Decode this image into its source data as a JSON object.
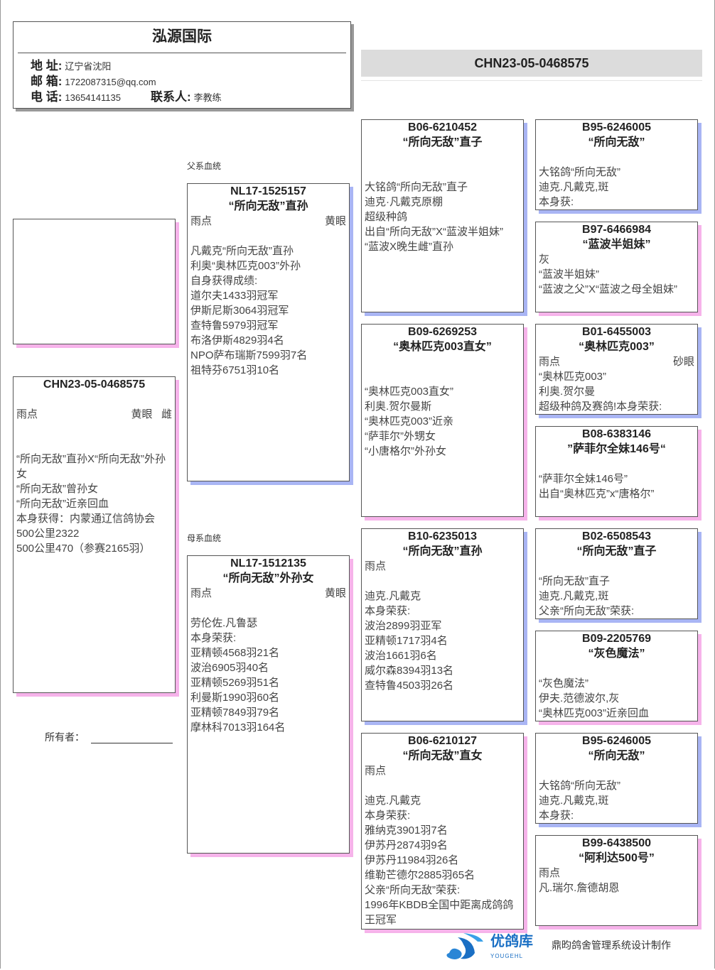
{
  "header": {
    "title": "泓源国际",
    "address_label": "地 址:",
    "address": "辽宁省沈阳",
    "email_label": "邮 箱:",
    "email": "1722087315@qq.com",
    "phone_label": "电 话:",
    "phone": "13654141135",
    "contact_label": "联系人:",
    "contact": "李教练"
  },
  "banner": {
    "ring": "CHN23-05-0468575"
  },
  "subject": {
    "ring": "CHN23-05-0468575",
    "color": "雨点",
    "eye": "黄眼",
    "sex": "雌",
    "lines": [
      "“所向无敌”直孙X“所向无敌”外孙女",
      "“所向无敌”曾孙女",
      "“所向无敌”近亲回血",
      "本身获得：内蒙通辽信鸽协会",
      "500公里2322",
      "500公里470（参赛2165羽）"
    ]
  },
  "sections": {
    "sire": "父系血统",
    "dam": "母系血统"
  },
  "owner": {
    "label": "所有者："
  },
  "footer": {
    "logo_text": "优鸽库",
    "logo_sub": "YOUGEHL",
    "credit": "鼎昀鸽舍管理系统设计制作"
  },
  "colors": {
    "male_shadow": "#a9b5f4",
    "female_shadow": "#f6b3ea"
  },
  "pedigree": [
    {
      "id": "sire",
      "sex": "m",
      "ring": "NL17-1525157",
      "name": "“所向无敌”直孙",
      "color": "雨点",
      "eye": "黄眼",
      "lines": [
        "",
        "凡戴克“所向无敌”直孙",
        "利奥“奥林匹克003”外孙",
        "自身获得成绩:",
        "道尔夫1433羽冠军",
        "伊斯尼斯3064羽冠军",
        "查特鲁5979羽冠军",
        "布洛伊斯4829羽4名",
        "NPO萨布瑞斯7599羽7名",
        "祖特芬6751羽10名"
      ]
    },
    {
      "id": "dam",
      "sex": "f",
      "ring": "NL17-1512135",
      "name": "“所向无敌”外孙女",
      "color": "雨点",
      "eye": "黄眼",
      "lines": [
        "",
        "劳伦佐.凡鲁瑟",
        "本身荣获:",
        "亚精顿4568羽21名",
        "波治6905羽40名",
        "亚精顿5269羽51名",
        "利曼斯1990羽60名",
        "亚精顿7849羽79名",
        "摩林科7013羽164名"
      ]
    },
    {
      "id": "ss",
      "sex": "m",
      "ring": "B06-6210452",
      "name": "“所向无敌”直子",
      "color": "",
      "eye": "",
      "lines": [
        "",
        "大铭鸽“所向无敌”直子",
        "迪克·凡戴克原棚",
        "超级种鸽",
        "出自“所向无敌”X“蓝波半姐妹”",
        "“蓝波X晚生雌”直孙"
      ]
    },
    {
      "id": "sd",
      "sex": "f",
      "ring": "B09-6269253",
      "name": "“奥林匹克003直女”",
      "color": "",
      "eye": "",
      "lines": [
        "",
        "“奥林匹克003直女”",
        "利奥.贺尔曼斯",
        "“奥林匹克003”近亲",
        "“萨菲尔”外甥女",
        "“小唐格尔”外孙女"
      ]
    },
    {
      "id": "ds",
      "sex": "m",
      "ring": "B10-6235013",
      "name": "“所向无敌”直孙",
      "color": "雨点",
      "eye": "",
      "lines": [
        "",
        "迪克.凡戴克",
        "本身荣获:",
        "波治2899羽亚军",
        "亚精顿1717羽4名",
        "波治1661羽6名",
        "威尔森8394羽13名",
        "查特鲁4503羽26名"
      ]
    },
    {
      "id": "dd",
      "sex": "f",
      "ring": "B06-6210127",
      "name": "“所向无敌”直女",
      "color": "雨点",
      "eye": "",
      "lines": [
        "",
        "迪克.凡戴克",
        "本身荣获:",
        "雅纳克3901羽7名",
        "伊苏丹2874羽9名",
        "伊苏丹11984羽26名",
        "维勒芒德尔2885羽65名",
        "父亲“所向无敌”荣获:",
        "1996年KBDB全国中距离成鸽鸽王冠军"
      ]
    },
    {
      "id": "sss",
      "sex": "m",
      "ring": "B95-6246005",
      "name": "“所向无敌”",
      "color": "",
      "eye": "",
      "lines": [
        "大铭鸽“所向无敌”",
        "迪克.凡戴克,斑",
        "本身获:"
      ]
    },
    {
      "id": "ssd",
      "sex": "f",
      "ring": "B97-6466984",
      "name": "“蓝波半姐妹”",
      "color": "灰",
      "eye": "",
      "lines": [
        "“蓝波半姐妹”",
        "“蓝波之父”X“蓝波之母全姐妹”"
      ]
    },
    {
      "id": "sds",
      "sex": "m",
      "ring": "B01-6455003",
      "name": "“奥林匹克003”",
      "color": "雨点",
      "eye": "砂眼",
      "lines": [
        "“奥林匹克003”",
        "利奥.贺尔曼",
        "超级种鸽及赛鸽!本身荣获:"
      ]
    },
    {
      "id": "sdd",
      "sex": "f",
      "ring": "B08-6383146",
      "name": "”萨菲尔全妹146号“",
      "color": "",
      "eye": "",
      "lines": [
        "“萨菲尔全妹146号”",
        "出自“奥林匹克”x“唐格尔”"
      ]
    },
    {
      "id": "dss",
      "sex": "m",
      "ring": "B02-6508543",
      "name": "“所向无敌”直子",
      "color": "",
      "eye": "",
      "lines": [
        "“所向无敌”直子",
        "迪克.凡戴克,斑",
        "父亲“所向无敌”荣获:"
      ]
    },
    {
      "id": "dsd",
      "sex": "f",
      "ring": "B09-2205769",
      "name": "“灰色魔法”",
      "color": "",
      "eye": "",
      "lines": [
        "“灰色魔法”",
        "伊夫.范德波尔,灰",
        "“奥林匹克003”近亲回血"
      ]
    },
    {
      "id": "dds",
      "sex": "m",
      "ring": "B95-6246005",
      "name": "“所向无敌”",
      "color": "",
      "eye": "",
      "lines": [
        "大铭鸽“所向无敌”",
        "迪克.凡戴克,斑",
        "本身获:"
      ]
    },
    {
      "id": "ddd",
      "sex": "f",
      "ring": "B99-6438500",
      "name": "“阿利达500号”",
      "color": "雨点",
      "eye": "",
      "lines": [
        "凡.瑞尔.詹德胡恩"
      ]
    }
  ]
}
